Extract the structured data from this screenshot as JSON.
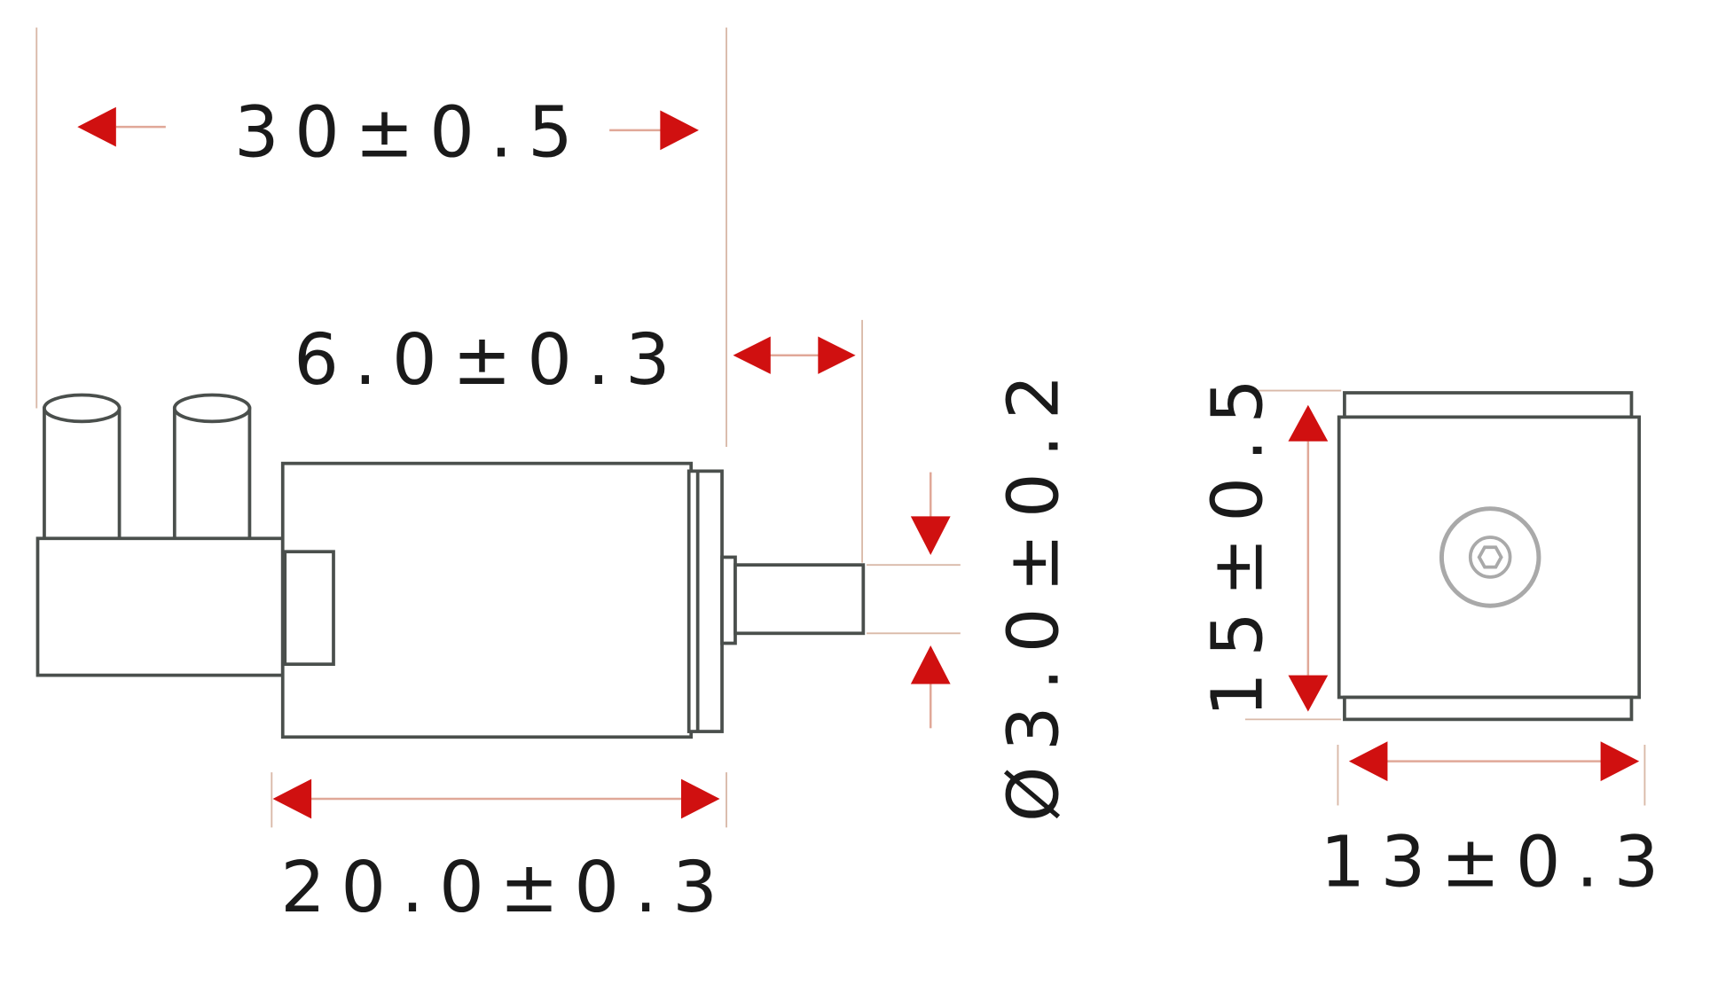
{
  "dimensions": {
    "overall_length": "30±0.5",
    "shaft_length": "6.0±0.3",
    "shaft_diameter": "Ø3.0±0.2",
    "body_length": "20.0±0.3",
    "end_height": "15±0.5",
    "end_width": "13±0.3"
  },
  "colors": {
    "arrow": "#d01010",
    "outline": "#4a4f4c"
  }
}
